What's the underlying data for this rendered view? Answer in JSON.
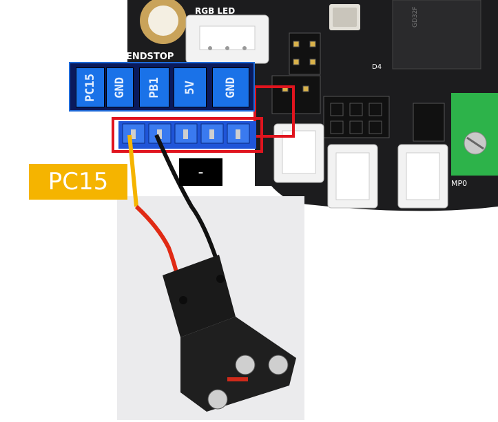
{
  "board": {
    "endstop_label": "ENDSTOP",
    "rgb_label": "RGB LED",
    "d4_label": "D4",
    "mp0_label": "MP0"
  },
  "pinout": {
    "pins": [
      "PC15",
      "GND",
      "PB1",
      "5V",
      "GND"
    ]
  },
  "callouts": {
    "signal_pin": "PC15",
    "negative": "-"
  },
  "colors": {
    "pin_label_bg": "#1a72e8",
    "header_pins": "#1f55d8",
    "highlight_box": "#e0141e",
    "signal_wire": "#f5b400",
    "negative_wire": "#111111",
    "terminal_block": "#2db34a"
  }
}
